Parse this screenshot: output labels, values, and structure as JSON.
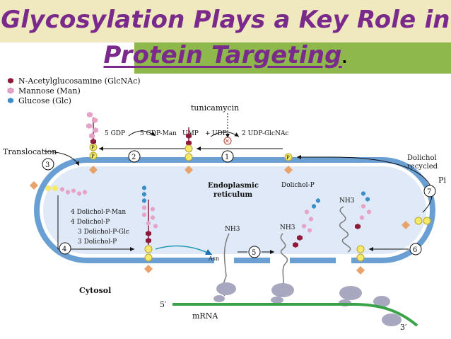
{
  "title": {
    "line1": "Glycosylation Plays a Key Role in",
    "line2": "Protein Targeting",
    "period": "."
  },
  "legend": [
    {
      "label": "N-Acetylglucosamine (GlcNAc)",
      "color": "#8c1d3a"
    },
    {
      "label": "Mannose (Man)",
      "color": "#e7a3c7"
    },
    {
      "label": "Glucose (Glc)",
      "color": "#3a8fc9"
    }
  ],
  "labels": {
    "tunicamycin": "tunicamycin",
    "gdp": "5 GDP",
    "gdpman": "5 GDP-Man",
    "ump": "UMP",
    "plus": "+",
    "udp": "UDP",
    "udpglcnac": "2 UDP-GlcNAc",
    "translocation": "Translocation",
    "dolichol_recycled": "Dolichol\nrecycled",
    "pi": "Pi",
    "er": "Endoplasmic\nreticulum",
    "dolichol_p": "Dolichol-",
    "p": "P",
    "dolp_man": "4 Dolichol-",
    "dolp_man_suffix": "-Man",
    "dolp4": "4 Dolichol-",
    "dolp_glc": "3 Dolichol-",
    "dolp_glc_suffix": "-Glc",
    "dolp3": "3 Dolichol-",
    "nh3": "NH3",
    "asn": "Asn",
    "cytosol": "Cytosol",
    "mrna": "mRNA",
    "five_prime": "5′",
    "three_prime": "3′"
  },
  "steps": [
    "1",
    "2",
    "3",
    "4",
    "5",
    "6",
    "7"
  ],
  "colors": {
    "membrane": "#6a9fd4",
    "lumen": "#dfe9f7",
    "glcnac": "#8c1d3a",
    "mannose": "#e7a3c7",
    "glucose": "#3a8fc9",
    "phosphate": "#f5e96a",
    "dolichol": "#e8a26a",
    "mrna": "#3aa34a",
    "ribosome": "#a7a7bf"
  }
}
